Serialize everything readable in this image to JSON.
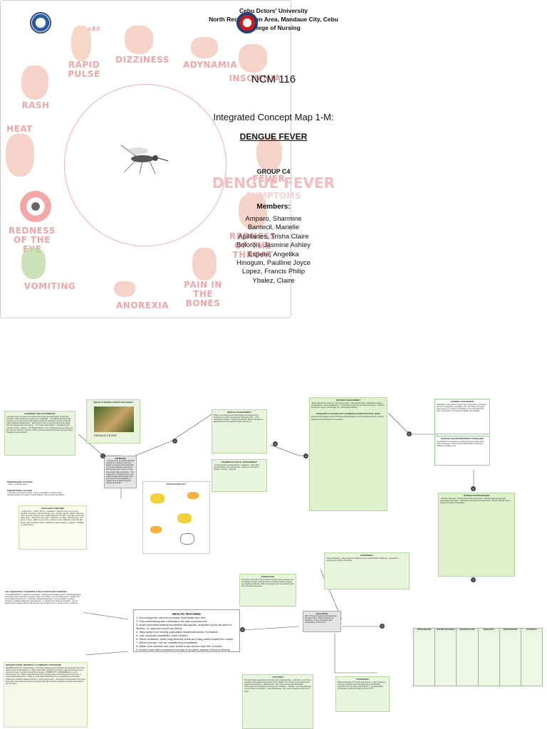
{
  "cover": {
    "university": "Cebu Dctors' University",
    "address": "North Reclamation Area, Mandaue City, Cebu",
    "college": "College of Nursing",
    "course": "NCM 116",
    "title": "Integrated Concept Map 1-M:",
    "topic": "DENGUE FEVER",
    "group": "GROUP C4",
    "bg_title": "DENGUE FEVER",
    "bg_subtitle": "SYMPTOMS",
    "members_label": "Members:",
    "members": [
      "Amparo, Sharmine",
      "Bantecil, Marielle",
      "Apillianes, Trisha Claire",
      "Boloron, Jasmine Ashley",
      "Espere, Angelika",
      "Hinoguin, Paulline Joyce",
      "Lopez, Francis Philip",
      "Ybalez, Claire"
    ],
    "symptoms": {
      "x80": "x80",
      "rapid_pulse": "RAPID PULSE",
      "dizziness": "DIZZINESS",
      "adynamia": "ADYNAMIA",
      "rash": "RASH",
      "insomnia": "INSOMNIA",
      "heat": "HEAT",
      "fever": "FEVER",
      "redness_eye": "REDNESS OF THE EYE",
      "redness_throat": "REDNESS OF THE THROAT",
      "vomiting": "VOMITING",
      "pain_bones": "PAIN IN THE BONES",
      "anorexia": "ANOREXIA"
    },
    "colors": {
      "accent": "#f0a6a6",
      "circle": "#f3b0b0"
    }
  },
  "map": {
    "incidence_title": "INCIDENCE AND OCCURRENCE",
    "incidence_body": "- Dengue fever is endemic throughout the tropics and subtropics. A dramatic increase in the incidence has been seen worldwide. - The WHO estimates that currently every year around 390 million people get infected of which around 96 million develop dengue fever. - Most cases occur in tropical areas of the world, with the greatest risk occurring in: - The Indian subcontinent - Southeast Asia - Southern China - Taiwan - The Pacific Islands - The Caribbean (except Cuba and the Cayman Islands) - Mexico - Africa - Central and South America (except Chile, Paraguay, and Argentina)",
    "photo_caption": "DENGUE FEVER",
    "photo_header": "DENGUE HF NURSING CONCEPT MAP ANEMIAS",
    "definition_title": "DEFINITION",
    "definition_body": "- Dengue fever is a febrile disease caused by a flavivirus with four distinct serotypes and transmitted by the bite of Aedes mosquitoes. - Mild dengue fever causes a high fever and flu-like symptoms. - The severe form of dengue fever, also called dengue hemorrhagic fever, can cause serious bleeding, a sudden drop in blood pressure (shock) and death.",
    "predisposing_title": "PREDISPOSING FACTORS",
    "predisposing_body": "- history of dengue fever",
    "precipitating_title": "PRECIPITATING FACTORS",
    "precipitating_body": "- presence of mosquito vectors - living or travelling in tropical areas (Southeast Asia, the western Pacific Islands, Latin America and Africa)",
    "signs_title": "SIGNS AND SYMPTOMS",
    "signs_body": "- A high fever — 104°F (40°C) - Headache - Muscle, bone or joint pain - Nausea - Vomiting - Pain behind the eyes - Swollen glands - Rash * Warning signs of severe dengue fever usually begin the first day or two after your fever goes away: - Severe stomach pain - Persistent vomiting - Bleeding from your gums or nose - Blood in your urine, stools or vomit - Bleeding under the skin, which might look like bruising - Difficult or rapid breathing - Fatigue - Irritability or restlessness",
    "patho_title": "PATHOPHYSIOLOGY",
    "medical_title": "MEDICAL MANAGEMENT",
    "medical_body": "There is no effective anti-viral therapy for dengue fever. Treatment is strictly symptomatic and supportive. - Oral rehydration therapy - Intravenous Fluids - Blood Transfusion - Maintenance of the patient's body fluid volume",
    "pharma_title": "PHARMACOLOGICAL MANAGEMENT",
    "pharma_body": "- Acetaminophen (paracetamol) - Analgesic - Antipyretic - Avoid NSAIDs such as ibuprofen, naproxen and aspirin - Oxygen Therapy - Antacids",
    "nursing_title": "NURSING MANAGEMENT",
    "nursing_body": "- Blood pressure monitoring - Monitoring pulse - Skin assessment - Medication regimen - Fluid balance - Pain management - Continuous monitoring of intake and output - Observe for signs of shock - Encourage rest - Discharge teaching",
    "research_title": "RESEARCH & TECHNOLOGY (EVIDENCE-BASED PRACTICE (EBP)",
    "research_body": "Experimental Dengue Vaccine Protects All Participants in Virus Challenge Study. Vaccine developed by NIH and Penn Scientists.",
    "nursing_assess_title": "NURSING ASSESSMENT",
    "nursing_assess_body": "Evaluation of the patient's heart rate, temperature, and blood pressure. Evaluation of capillary refill, skin color and turgor. Assessment for evidence of bleeding in the skin and other sites. Assessment of increased capillary permeability.",
    "diagnosis_title": "NURSING DIAGNOSIS/PRIORITY PROBLEMS",
    "diagnosis_body": "Hyperthermia r/t increased metabolic rate as evidenced by body temperature. Fluid volume deficit. Risk for bleeding related to platelet count.",
    "interventions_title": "NURSING INTERVENTIONS",
    "interventions_body": "- Monitor vital signs - Monitor fluid intake and output - Provide tepid sponge bath - Encourage fluid intake - Administer antipyretics as prescribed - Monitor platelet count - Observe for signs of bleeding",
    "experience_title": "EXPERIENCE",
    "experience_body": "Risk for Bleeding - Encouraged the patient to use a soft-bristled toothbrush. - Assisted in monitoring for signs of bleeding.",
    "knowledge_title": "KNOWLEDGE",
    "knowledge_body": "The client or the SO's will be able to identify what is dengue and its etiology. Dengue: Dengue fever is a febrile disease caused by a flavivirus with four distinct serotypes and transmitted by the bite of Aedes mosquitoes.",
    "collab_title": "COLLABORATION, TEAMWORK & MULTI-DISCIPLINE FUNCTION",
    "collab_body": "COLLABORATION 1. Medical Technologist - Medical technologists perform clinical laboratory procedures which includes complete blood count (CBC), non-structural protein 1 (NS1) test, immunoglobulin M and G. 2. Infectious diseases specialist - may be helpful in guiding decisions regarding diagnosis and treatment. 3. Critical care medicine specialist - may be helpful when treating patients with dengue hemorrhagic fever or dengue shock syndrome.",
    "health_title": "HEALTH TEACHING",
    "health_items": [
      "1. Encourage the client to increase fluid intake and rest.",
      "2. Take acetaminophen medication for pain experienced.",
      "3. Avoid anti-inflammatory medicines like aspirin, ibuprofen (such as Advil or Motrin), or naproxen (such as Aleve).",
      "4. Stay away from heavily populated residential areas, if possible.",
      "5. Use mosquito repellents, even indoors.",
      "6. When outdoors, wear long-sleeved shirts and long pants tucked into socks.",
      "7. When indoors, use air conditioning if available.",
      "8. Make sure window and door screens are secure and free of holes.",
      "9. Avoid foods with excessive food dye to properly assess if stool is bloody."
    ],
    "evaluation_title": "EVALUATION",
    "evaluation_body": "After 8 hours of nurse-client interaction, the client will: 1. Report absence of bleeding. 2. Have a lowered body temperature of 36.5-37°C.",
    "rehab_title": "REHABILITATION, REFERRAL & COMMUNITY PROGRAMS",
    "rehab_body": "REHABILITATION 1. Hydrotherapy - Exclusive swallowing and aeration during dengue fever can lead to extreme dehydration. 2. High protein diet - Minerals and vitamin deficiencies have been commonly seen in people infected from dengue. COMMUNITY & REFERRALS 1. Local Government Unit - Report any potential vector breeding sites to the local government unit. 2. Local Health Department - Refer to Local health department for consultations and possible treatments. Evidence Based Practice 1. Tepid sponge bath - The results of the research that have been done show that the results of the Tepid Sponge treatment obtained a median value before the 3.5 hours.",
    "attitudes_title": "ATTITUDES",
    "attitudes_body": "The client was cooperative and expressed understanding. - Autonomy - the nurse provides independent interventions but considers the consent of the patient and respects the decision. - Beneficence - the nurse is doing the appropriate interventions to the patient to improve her condition. - Fidelity - the nurse will keep her promise to the patient. - Non-maleficence - the nurse should be careful not to harm.",
    "standards_title": "STANDARDS",
    "standards_body": "Risk for bleeding: The client was able to: 1. take measures to prevent bleeding and recognize signs of bleeding. Hyperthermia: The client was able to: 1. regulated body temperature within the range of 36.5-37.5°C",
    "ncp_headers": [
      "PROBLEM/CUES",
      "NURSING DIAGNOSIS",
      "SCIENTIFIC BASIS",
      "OBJECTIVES",
      "INTERVENTIONS",
      "RATIONALE"
    ],
    "nodes": [
      "1",
      "2",
      "3",
      "4",
      "5",
      "6",
      "7",
      "8",
      "9"
    ]
  }
}
